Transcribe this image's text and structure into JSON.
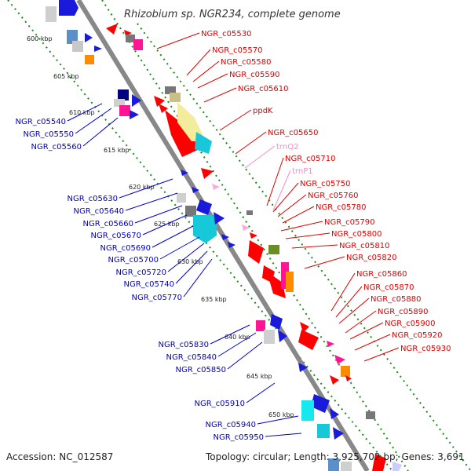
{
  "title": "Rhizobium sp. NGR234, complete genome",
  "footer": {
    "accession": "Accession: NC_012587",
    "summary": "Topology: circular; Length: 3,925,702 bp; Genes: 3,691"
  },
  "colors": {
    "forward_label": "#e00000",
    "reverse_label": "#0000cc",
    "trna_label": "#ff88cc",
    "backbone": "#888888",
    "dots": "#1a8a1a"
  },
  "scale_marks": [
    "600 kbp",
    "605 kbp",
    "610 kbp",
    "615 kbp",
    "620 kbp",
    "625 kbp",
    "630 kbp",
    "635 kbp",
    "640 kbp",
    "645 kbp",
    "650 kbp"
  ],
  "forward_labels": [
    "NGR_c05530",
    "NGR_c05570",
    "NGR_c05580",
    "NGR_c05590",
    "NGR_c05610",
    "ppdK",
    "NGR_c05650",
    "trnQ2",
    "NGR_c05710",
    "trnP1",
    "NGR_c05750",
    "NGR_c05760",
    "NGR_c05780",
    "NGR_c05790",
    "NGR_c05800",
    "NGR_c05810",
    "NGR_c05820",
    "NGR_c05860",
    "NGR_c05870",
    "NGR_c05880",
    "NGR_c05890",
    "NGR_c05900",
    "NGR_c05920",
    "NGR_c05930"
  ],
  "reverse_labels": [
    "NGR_c05540",
    "NGR_c05550",
    "NGR_c05560",
    "NGR_c05630",
    "NGR_c05640",
    "NGR_c05660",
    "NGR_c05670",
    "NGR_c05690",
    "NGR_c05700",
    "NGR_c05720",
    "NGR_c05740",
    "NGR_c05770",
    "NGR_c05830",
    "NGR_c05840",
    "NGR_c05850",
    "NGR_c05910",
    "NGR_c05940",
    "NGR_c05950"
  ]
}
